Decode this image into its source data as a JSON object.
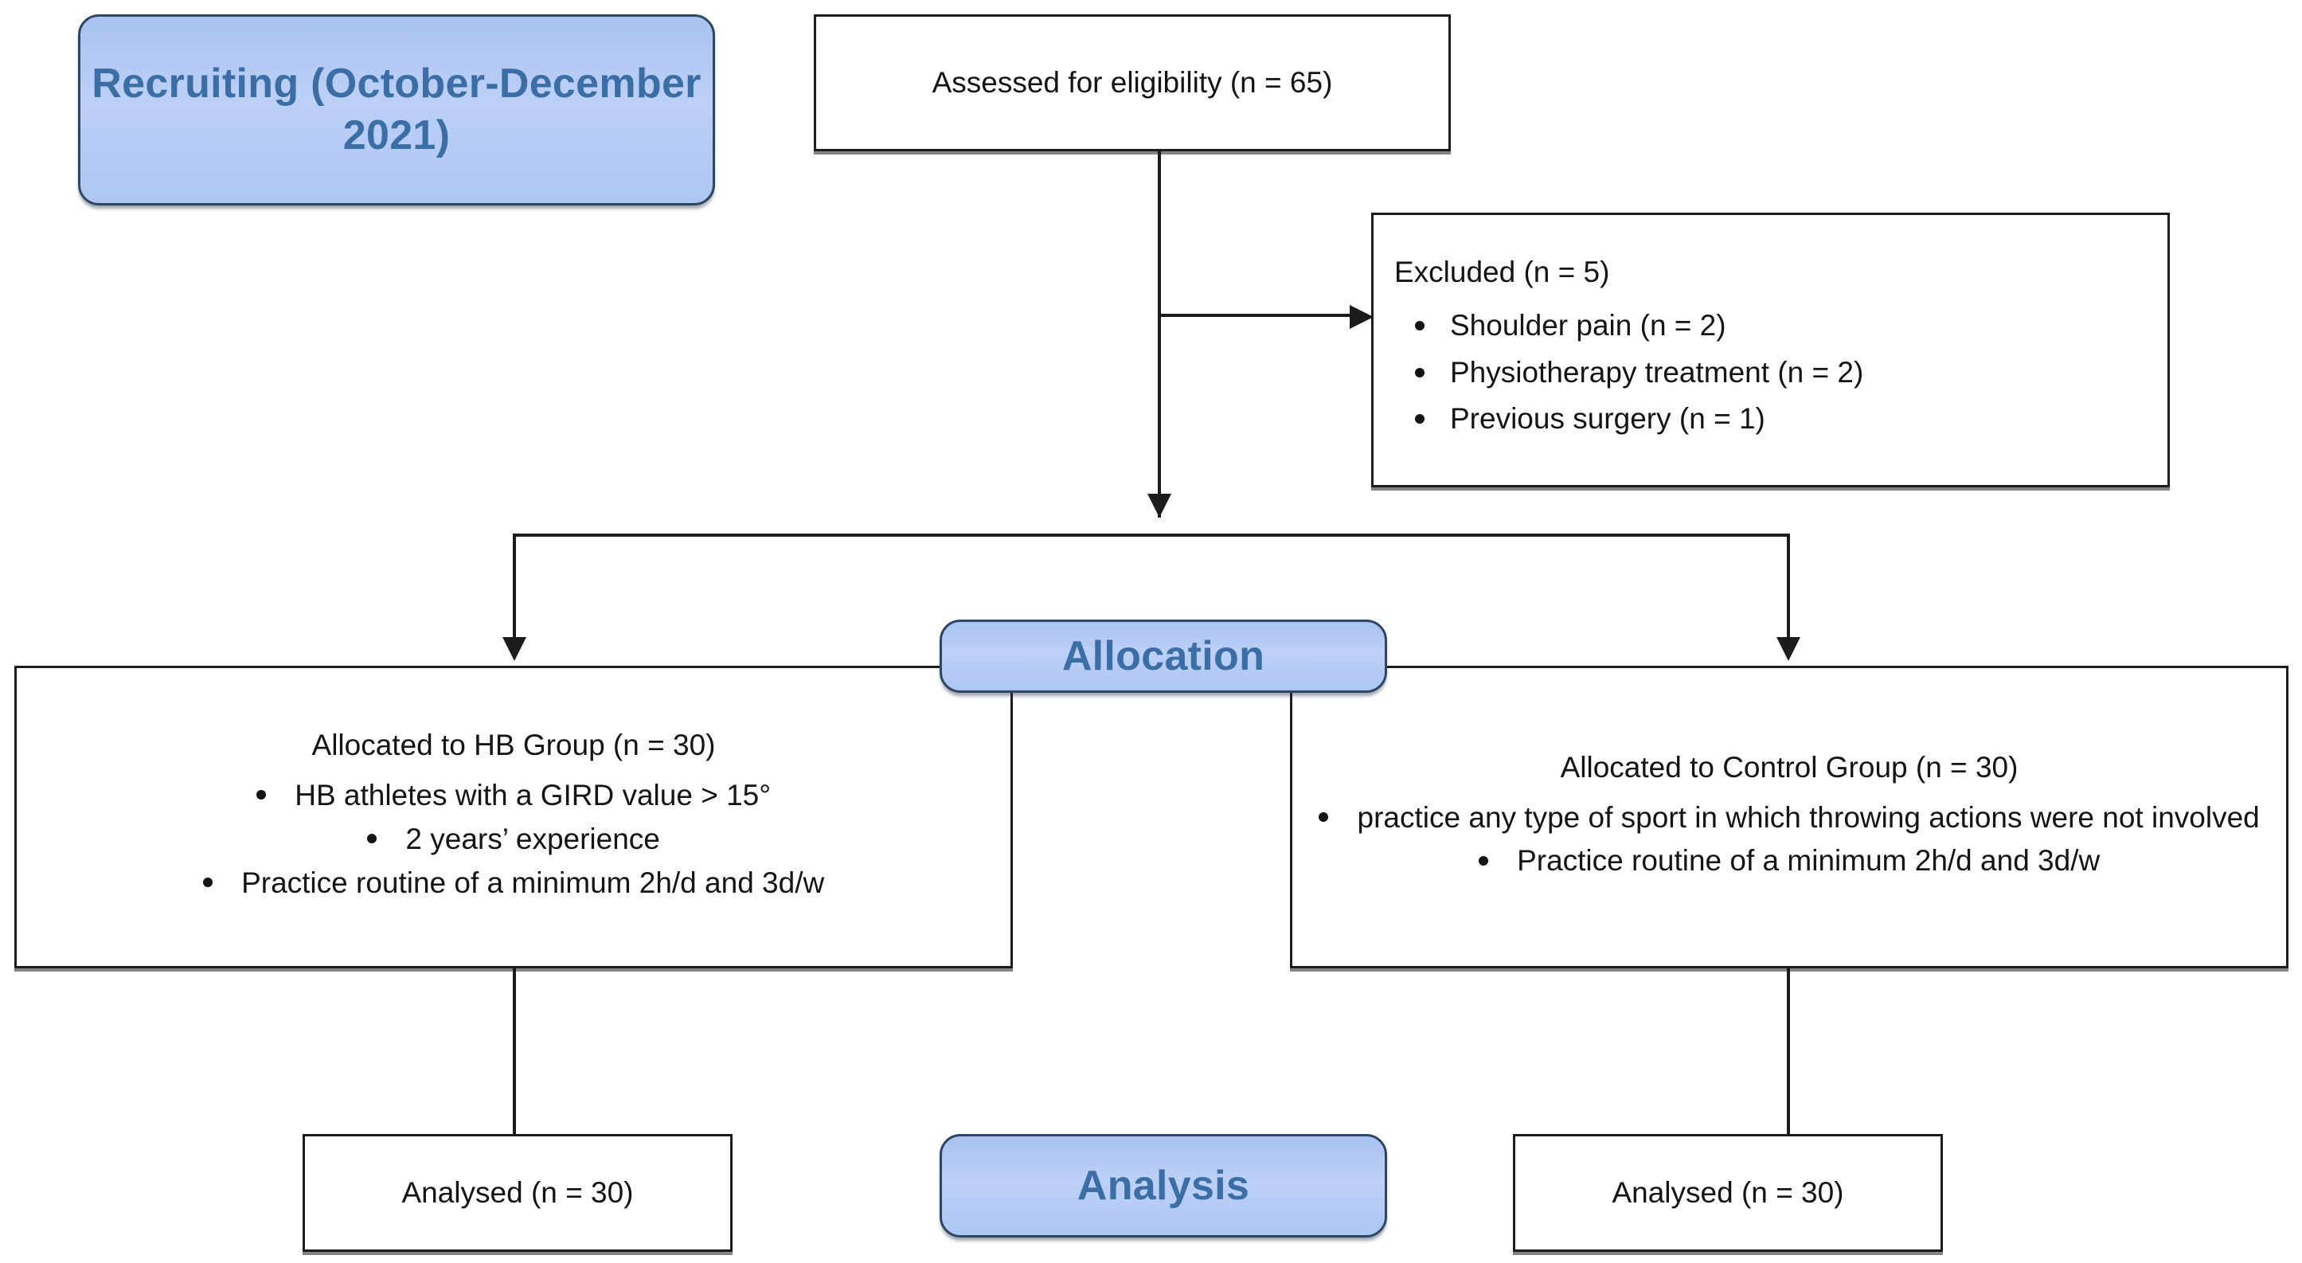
{
  "diagram": {
    "type": "CONSORT participant flow diagram",
    "stages": {
      "recruiting": "Recruiting (October-December 2021)",
      "allocation": "Allocation",
      "analysis": "Analysis"
    },
    "nodes": {
      "assessed": {
        "title": "Assessed for eligibility (n = 65)"
      },
      "excluded": {
        "title": "Excluded (n = 5)",
        "bullets": [
          "Shoulder pain (n = 2)",
          "Physiotherapy treatment (n = 2)",
          "Previous surgery (n = 1)"
        ]
      },
      "hb_group": {
        "title": "Allocated to HB Group (n = 30)",
        "bullets": [
          "HB athletes with a GIRD value > 15°",
          "2 years’ experience",
          "Practice routine of a minimum 2h/d and 3d/w"
        ]
      },
      "control_group": {
        "title": "Allocated to Control Group (n = 30)",
        "bullets": [
          "practice any type of sport in which throwing actions were not involved",
          "Practice routine of a minimum 2h/d and 3d/w"
        ]
      },
      "analysed_hb": {
        "title": "Analysed (n = 30)"
      },
      "analysed_control": {
        "title": "Analysed (n = 30)"
      }
    },
    "colors": {
      "stage_fill": "#b3cbf2",
      "stage_border": "#2e4663",
      "stage_text": "#3b6ea5",
      "box_border": "#1c1c1c",
      "box_fill": "#ffffff",
      "body_text": "#141414"
    }
  }
}
